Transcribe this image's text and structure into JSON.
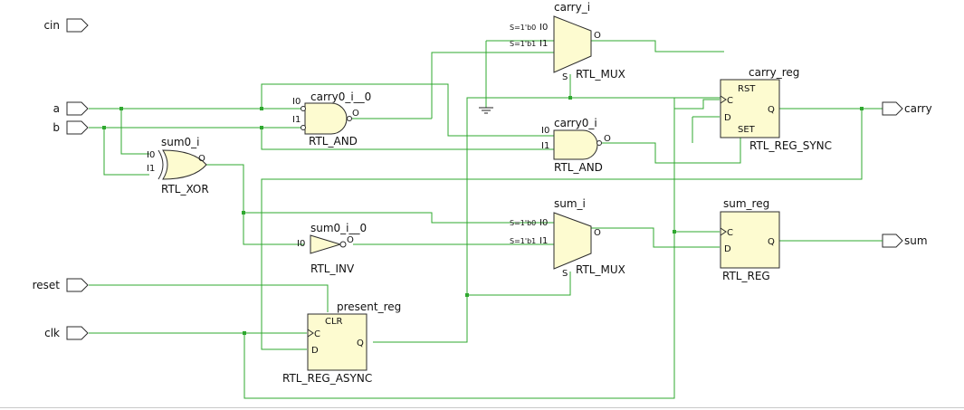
{
  "ports": {
    "cin": "cin",
    "a": "a",
    "b": "b",
    "reset": "reset",
    "clk": "clk",
    "carry": "carry",
    "sum": "sum"
  },
  "cells": {
    "carry_i": {
      "instance": "carry_i",
      "type": "RTL_MUX",
      "pins": {
        "s0": "S=1'b0",
        "i0": "I0",
        "s1": "S=1'b1",
        "i1": "I1",
        "o": "O",
        "s": "S"
      }
    },
    "sum_i": {
      "instance": "sum_i",
      "type": "RTL_MUX",
      "pins": {
        "s0": "S=1'b0",
        "i0": "I0",
        "s1": "S=1'b1",
        "i1": "I1",
        "o": "O",
        "s": "S"
      }
    },
    "carry0_i__0": {
      "instance": "carry0_i__0",
      "type": "RTL_AND",
      "pins": {
        "i0": "I0",
        "i1": "I1",
        "o": "O"
      }
    },
    "carry0_i": {
      "instance": "carry0_i",
      "type": "RTL_AND",
      "pins": {
        "i0": "I0",
        "i1": "I1",
        "o": "O"
      }
    },
    "sum0_i": {
      "instance": "sum0_i",
      "type": "RTL_XOR",
      "pins": {
        "i0": "I0",
        "i1": "I1",
        "o": "O"
      }
    },
    "sum0_i__0": {
      "instance": "sum0_i__0",
      "type": "RTL_INV",
      "pins": {
        "i0": "I0",
        "o": "O"
      }
    },
    "carry_reg": {
      "instance": "carry_reg",
      "type": "RTL_REG_SYNC",
      "pins": {
        "rst": "RST",
        "c": "C",
        "d": "D",
        "set": "SET",
        "q": "Q"
      }
    },
    "sum_reg": {
      "instance": "sum_reg",
      "type": "RTL_REG",
      "pins": {
        "c": "C",
        "d": "D",
        "q": "Q"
      }
    },
    "present_reg": {
      "instance": "present_reg",
      "type": "RTL_REG_ASYNC",
      "pins": {
        "clr": "CLR",
        "c": "C",
        "d": "D",
        "q": "Q"
      }
    }
  },
  "colors": {
    "wire": "#2fa82f",
    "cell_fill": "#fdfbd0",
    "outline": "#2b2b2b",
    "background": "#ffffff"
  },
  "icons": {
    "input_port": "input-port-icon",
    "output_port": "output-port-icon",
    "ground": "ground-icon"
  }
}
